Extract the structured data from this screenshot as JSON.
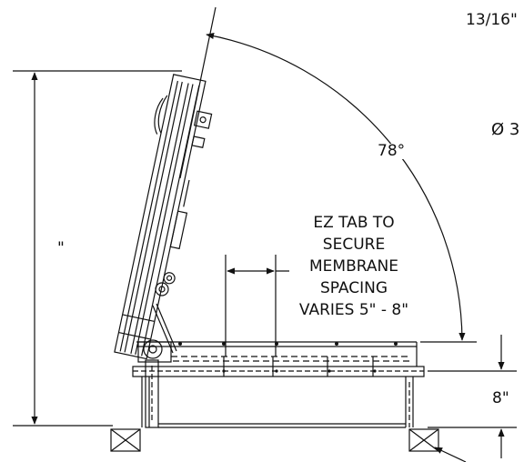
{
  "labels": {
    "top_fraction": "13/16\"",
    "diameter": "Ø 3",
    "angle": "78°",
    "height_dim": "\"",
    "curb_height": "8\""
  },
  "note_lines": [
    "EZ TAB TO",
    "SECURE",
    "MEMBRANE",
    "SPACING",
    "VARIES 5\" - 8\""
  ],
  "colors": {
    "ink": "#111111",
    "background": "#ffffff"
  }
}
